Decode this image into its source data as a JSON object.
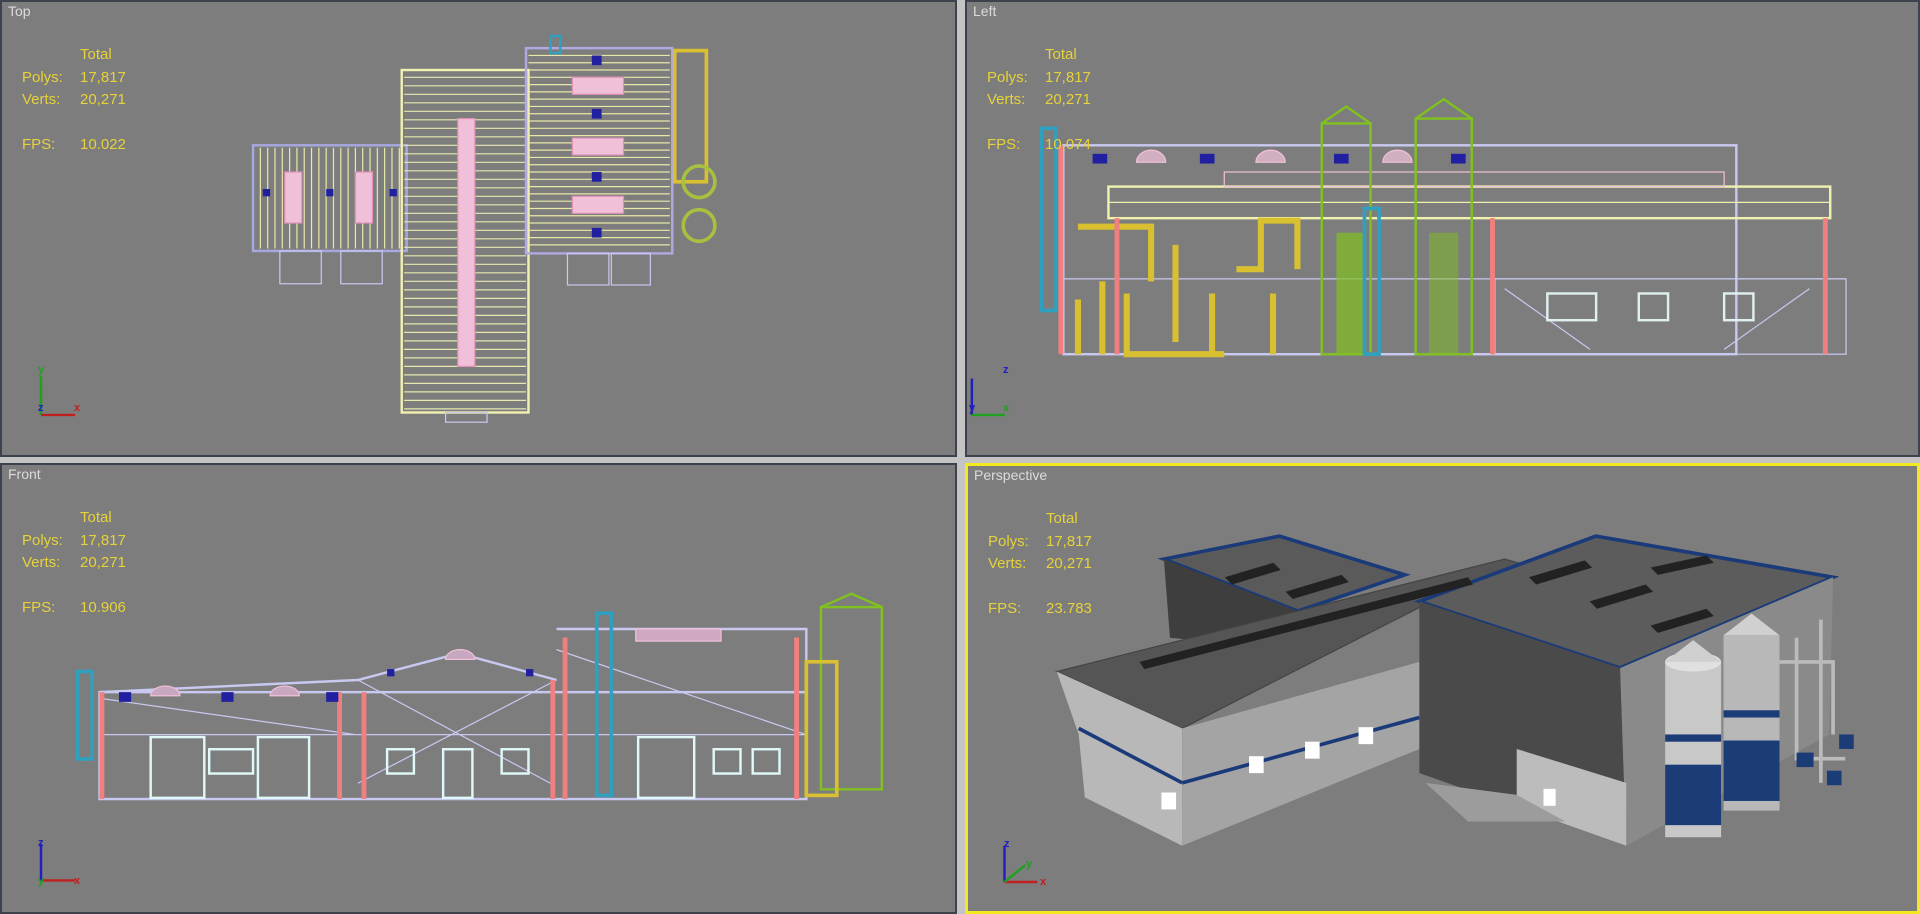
{
  "viewports": [
    {
      "id": "top",
      "label": "Top",
      "active": false,
      "stats": {
        "header": "Total",
        "polys_label": "Polys:",
        "polys": "17,817",
        "verts_label": "Verts:",
        "verts": "20,271",
        "fps_label": "FPS:",
        "fps": "10.022"
      },
      "axes": [
        "y",
        "z",
        "x"
      ]
    },
    {
      "id": "left",
      "label": "Left",
      "active": false,
      "stats": {
        "header": "Total",
        "polys_label": "Polys:",
        "polys": "17,817",
        "verts_label": "Verts:",
        "verts": "20,271",
        "fps_label": "FPS:",
        "fps": "10.074"
      },
      "axes": [
        "z",
        "y",
        "x"
      ]
    },
    {
      "id": "front",
      "label": "Front",
      "active": false,
      "stats": {
        "header": "Total",
        "polys_label": "Polys:",
        "polys": "17,817",
        "verts_label": "Verts:",
        "verts": "20,271",
        "fps_label": "FPS:",
        "fps": "10.906"
      },
      "axes": [
        "z",
        "y",
        "x"
      ]
    },
    {
      "id": "perspective",
      "label": "Perspective",
      "active": true,
      "stats": {
        "header": "Total",
        "polys_label": "Polys:",
        "polys": "17,817",
        "verts_label": "Verts:",
        "verts": "20,271",
        "fps_label": "FPS:",
        "fps": "23.783"
      },
      "axes": [
        "z",
        "y",
        "x"
      ]
    }
  ],
  "colors": {
    "viewport_bg": "#7d7d7d",
    "active_border": "#f2ea1e",
    "stats_text": "#e6d23a",
    "axis_x": "#c02020",
    "axis_y": "#20a020",
    "axis_z": "#2020c0"
  }
}
